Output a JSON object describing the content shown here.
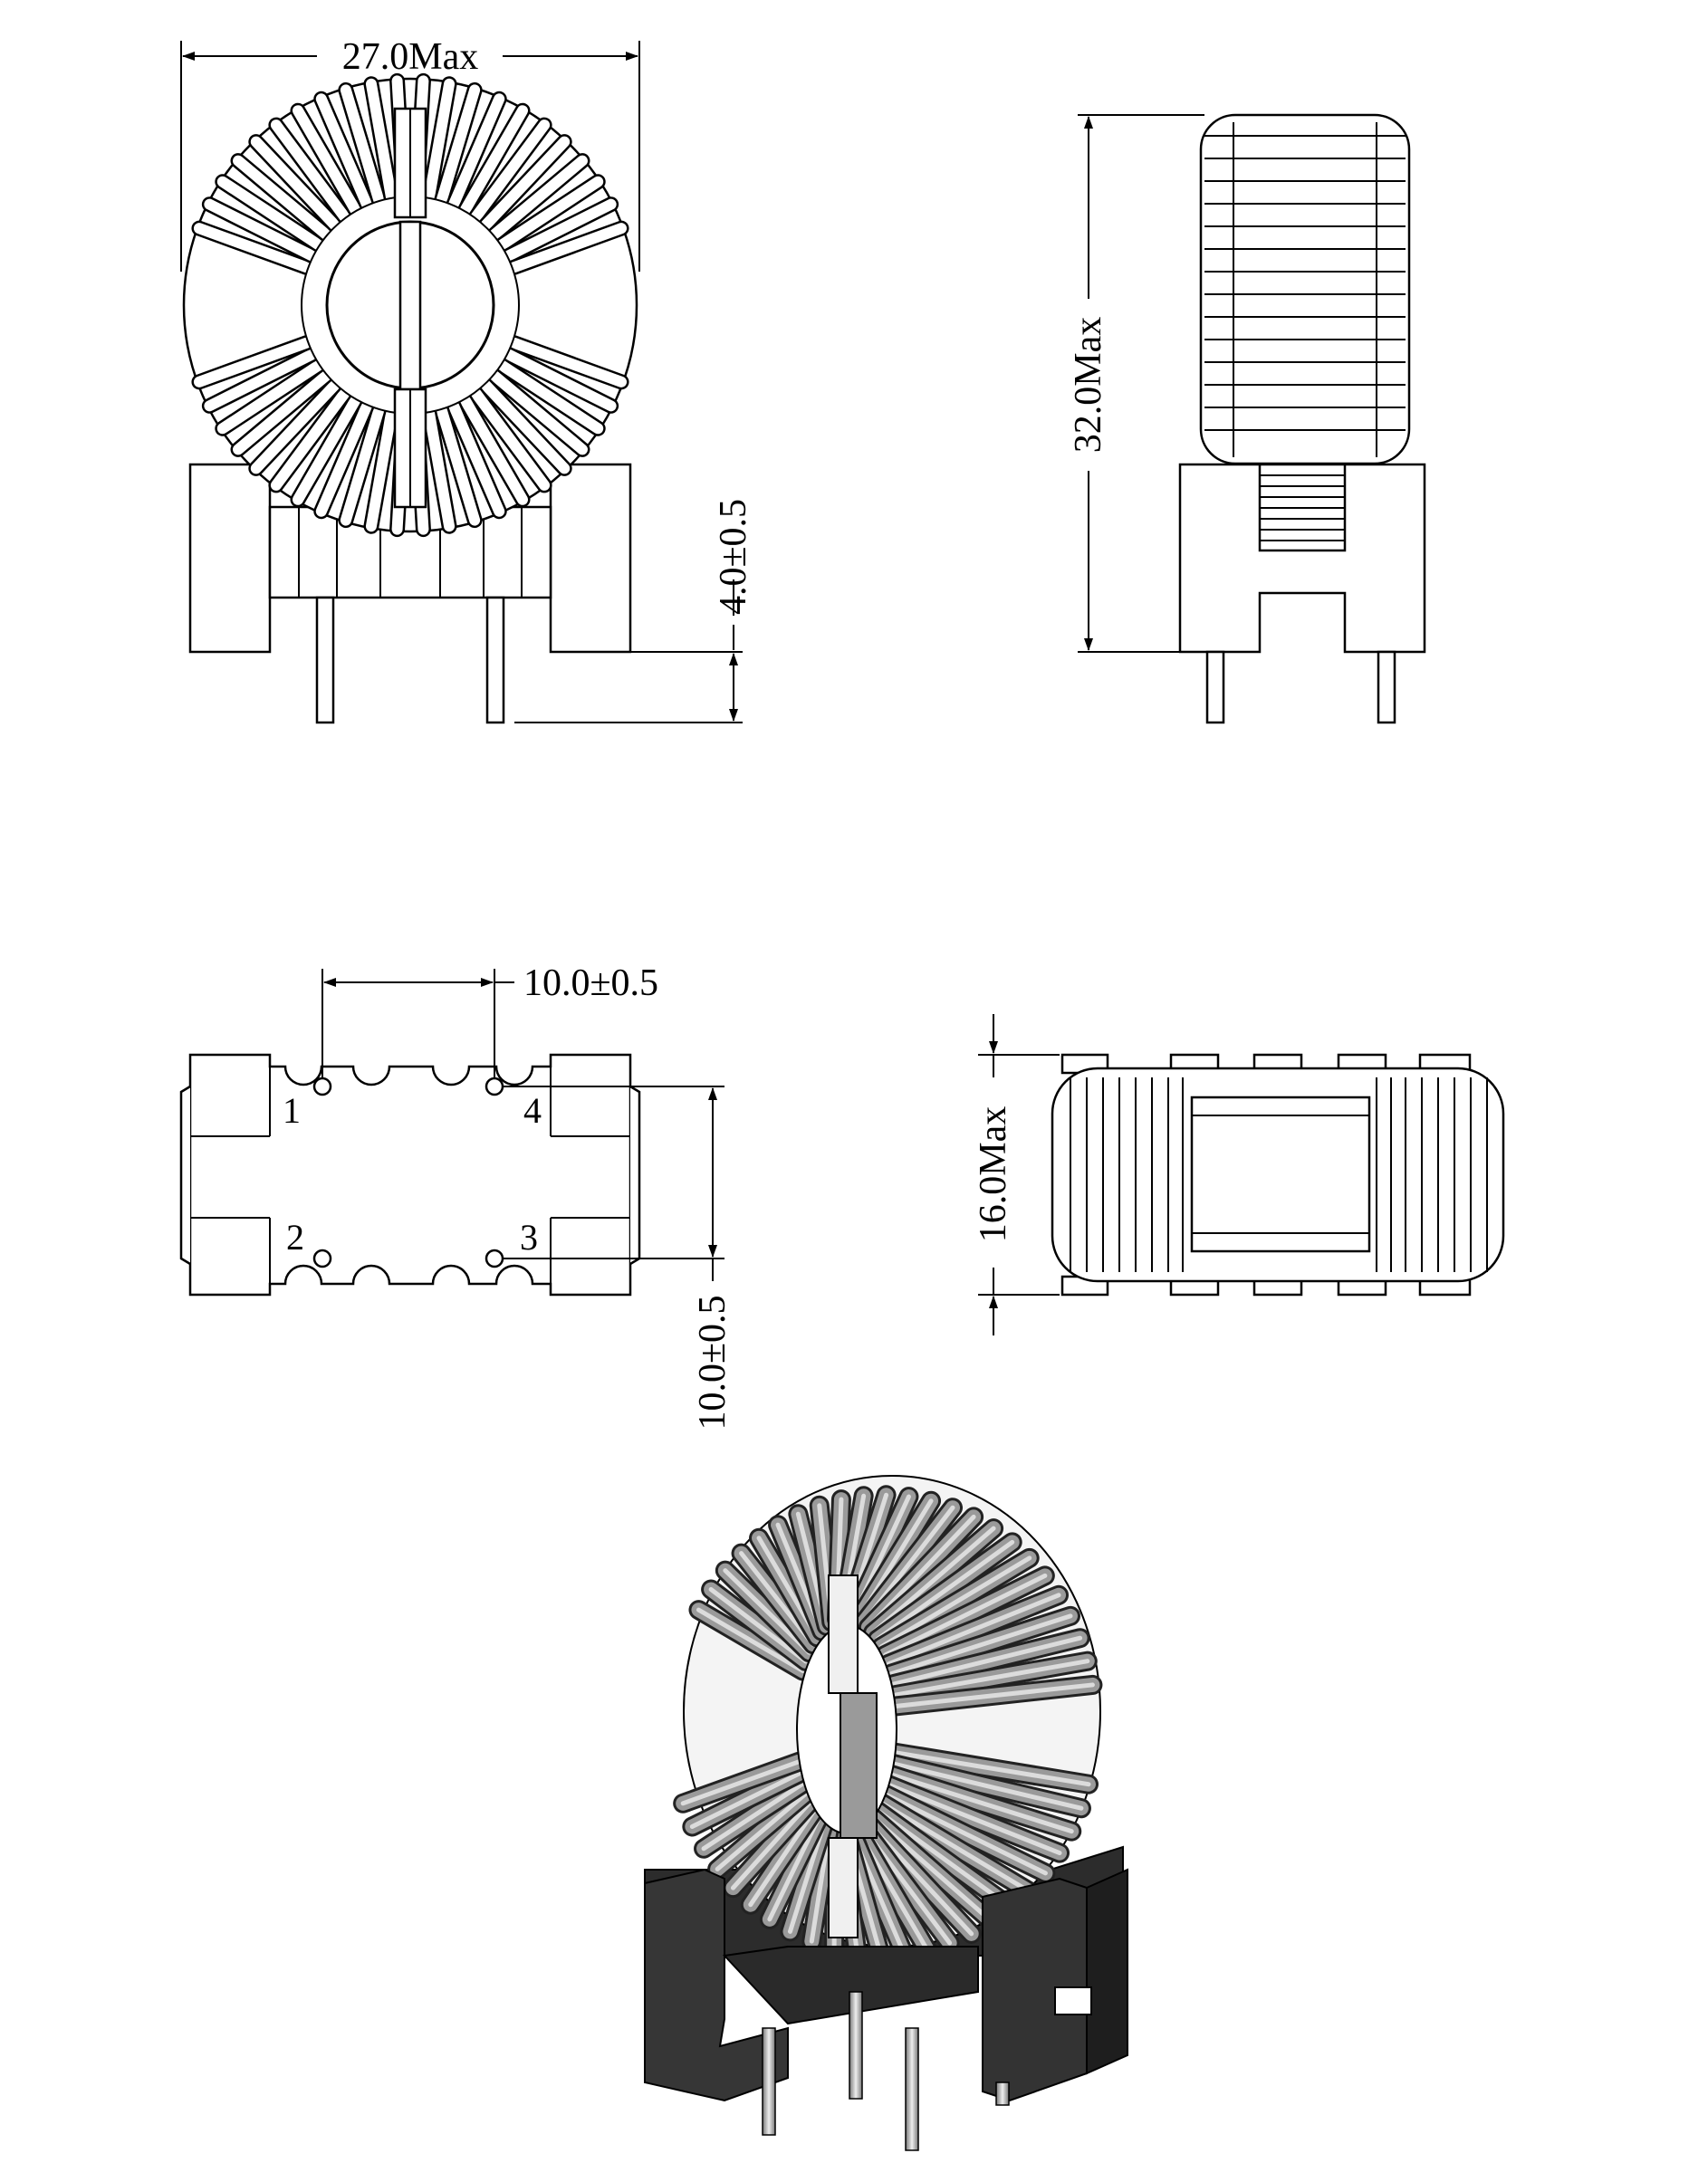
{
  "dimensions": {
    "front_width": "27.0Max",
    "side_height": "32.0Max",
    "lead_standoff": "4.0±0.5",
    "pin_spacing_horizontal": "10.0±0.5",
    "pin_spacing_vertical": "10.0±0.5",
    "top_depth": "16.0Max"
  },
  "pins": {
    "p1": "1",
    "p2": "2",
    "p3": "3",
    "p4": "4"
  }
}
